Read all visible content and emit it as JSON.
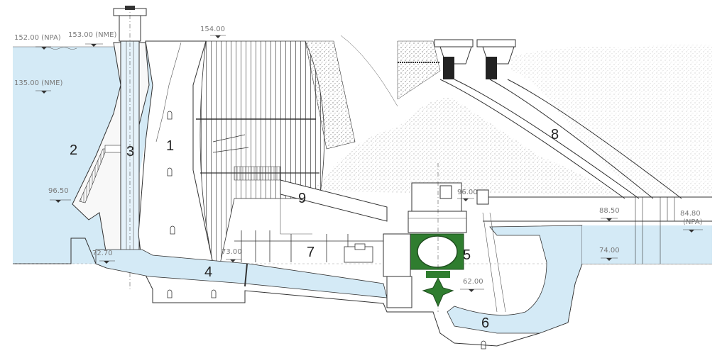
{
  "elevations": {
    "npa_upstream": "152.00 (NPA)",
    "nme_upstream": "153.00 (NME)",
    "crest": "154.00",
    "nme_lower": "135.00 (NME)",
    "intake_sill": "96.50",
    "penstock_inlet": "72.70",
    "penstock_level": "73.00",
    "powerhouse_floor": "96.00",
    "tailrace_wall": "88.50",
    "tailwater_npa": "84.80\n(NPA)",
    "tailrace_floor": "74.00",
    "turbine_axis": "62.00"
  },
  "labels": {
    "n1": "1",
    "n2": "2",
    "n3": "3",
    "n4": "4",
    "n5": "5",
    "n6": "6",
    "n7": "7",
    "n8": "8",
    "n9": "9"
  },
  "colors": {
    "water": "#d4eaf6",
    "generator": "#2f7d2f",
    "turbine": "#2f7d2f",
    "ink": "#333333"
  }
}
